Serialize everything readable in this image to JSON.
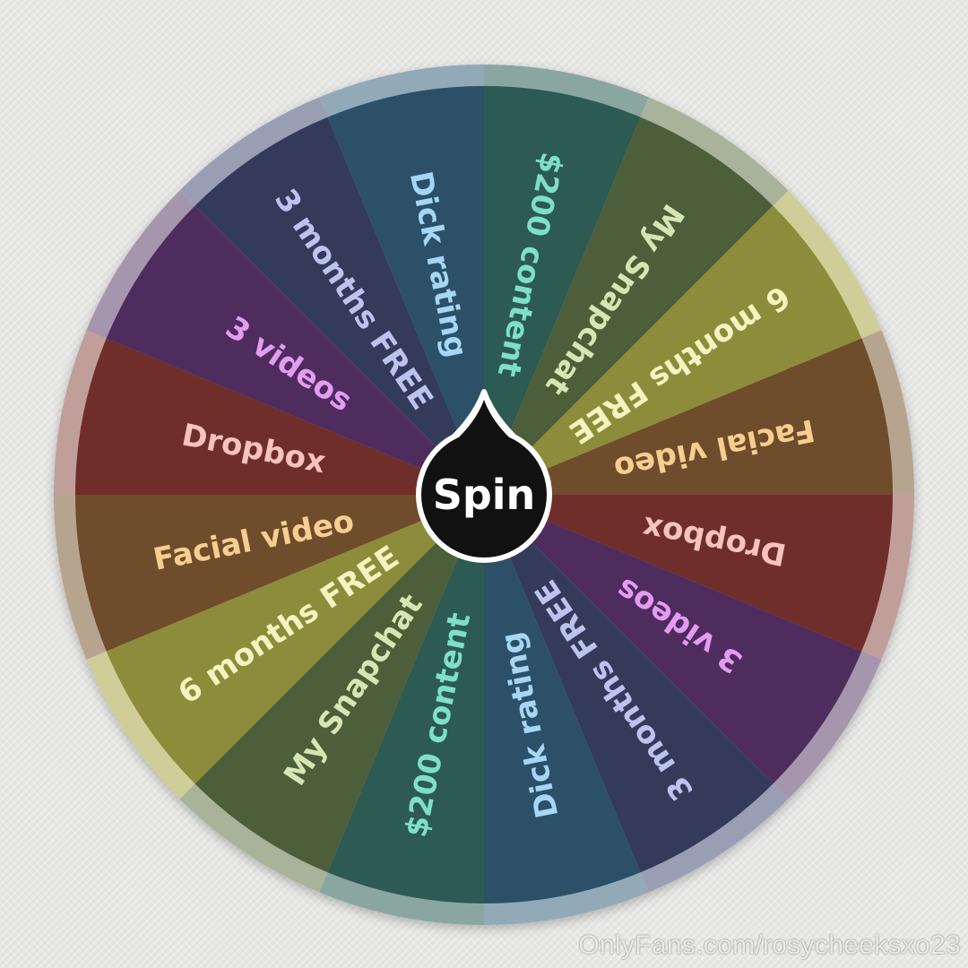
{
  "wheel": {
    "segments": [
      {
        "label": "$200 content",
        "color": "#2d5a52",
        "text_color": "#7ee0c6",
        "rim_color": "#8aa6a0"
      },
      {
        "label": "My Snapchat",
        "color": "#4d5e3a",
        "text_color": "#d6e6b2",
        "rim_color": "#a8b39a"
      },
      {
        "label": "6 months FREE",
        "color": "#8c8c3a",
        "text_color": "#f6f3c2",
        "rim_color": "#cfcd98"
      },
      {
        "label": "Facial video",
        "color": "#6e4c2c",
        "text_color": "#f6cf90",
        "rim_color": "#b7a48f"
      },
      {
        "label": "Dropbox",
        "color": "#702e2a",
        "text_color": "#f7c3bc",
        "rim_color": "#c09f9b"
      },
      {
        "label": "3 videos",
        "color": "#4e2d5e",
        "text_color": "#e49bf2",
        "rim_color": "#a596ad"
      },
      {
        "label": "3 months FREE",
        "color": "#343a5a",
        "text_color": "#bcc3ee",
        "rim_color": "#9a9eb5"
      },
      {
        "label": "Dick rating",
        "color": "#2c5068",
        "text_color": "#a6d6f6",
        "rim_color": "#92a9b8"
      },
      {
        "label": "$200 content",
        "color": "#2d5a52",
        "text_color": "#7ee0c6",
        "rim_color": "#8aa6a0"
      },
      {
        "label": "My Snapchat",
        "color": "#4d5e3a",
        "text_color": "#d6e6b2",
        "rim_color": "#a8b39a"
      },
      {
        "label": "6 months FREE",
        "color": "#8c8c3a",
        "text_color": "#f6f3c2",
        "rim_color": "#cfcd98"
      },
      {
        "label": "Facial video",
        "color": "#6e4c2c",
        "text_color": "#f6cf90",
        "rim_color": "#b7a48f"
      },
      {
        "label": "Dropbox",
        "color": "#702e2a",
        "text_color": "#f7c3bc",
        "rim_color": "#c09f9b"
      },
      {
        "label": "3 videos",
        "color": "#4e2d5e",
        "text_color": "#e49bf2",
        "rim_color": "#a596ad"
      },
      {
        "label": "3 months FREE",
        "color": "#343a5a",
        "text_color": "#bcc3ee",
        "rim_color": "#9a9eb5"
      },
      {
        "label": "Dick rating",
        "color": "#2c5068",
        "text_color": "#a6d6f6",
        "rim_color": "#92a9b8"
      }
    ]
  },
  "spin_button": {
    "label": "Spin",
    "color": "#111111",
    "text_color": "#ffffff",
    "border_color": "#ffffff"
  },
  "watermark": {
    "text": "OnlyFans.com/rosycheeksxo23"
  }
}
